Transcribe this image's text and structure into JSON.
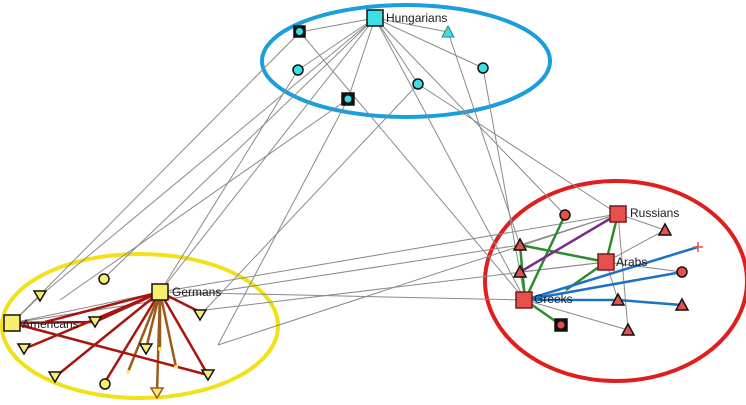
{
  "colors": {
    "hungarians": "#3cdfe6",
    "germans": "#f7ef6a",
    "americans": "#f7ef6a",
    "greeks": "#e5504d",
    "ellipse_blue": "#1a9ede",
    "ellipse_yellow": "#f2e11a",
    "ellipse_red": "#e01e1e",
    "edge_gray": "#8a8a8a",
    "edge_dark_red": "#a8140e",
    "edge_brown": "#9c5a1a",
    "edge_green": "#2e8b2e",
    "edge_purple": "#7b2a8e",
    "edge_blue": "#1a73c4"
  },
  "groups": {
    "hungarians": {
      "label": "Hungarians"
    },
    "germans": {
      "label": "Germans"
    },
    "americans": {
      "label": "Americans"
    },
    "greeks": {
      "label": "Greeks"
    },
    "arabs": {
      "label": "Arabs"
    },
    "russians": {
      "label": "Russians"
    }
  },
  "node_shapes": [
    "square",
    "circle",
    "triangle-up",
    "triangle-down",
    "circle-in-square",
    "plus"
  ]
}
